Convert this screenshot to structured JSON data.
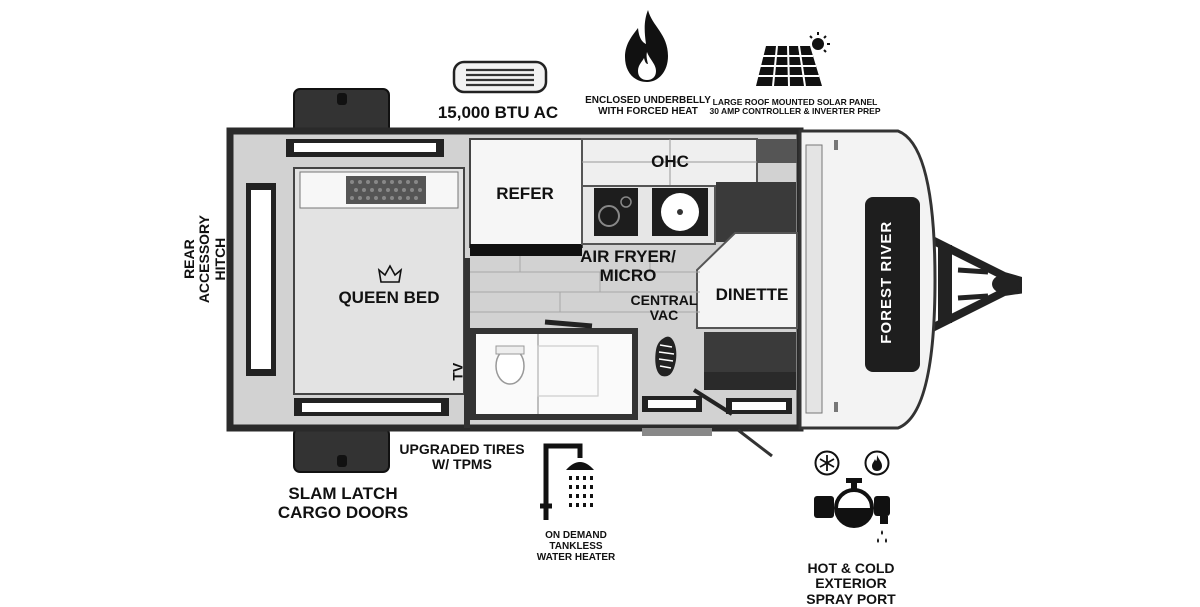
{
  "features": {
    "ac": "15,000 BTU AC",
    "underbelly": "ENCLOSED UNDERBELLY\nWITH FORCED HEAT",
    "solar": "LARGE ROOF MOUNTED SOLAR PANEL\n30 AMP CONTROLLER & INVERTER PREP",
    "hitch": "REAR\nACCESSORY\nHITCH",
    "tires": "UPGRADED TIRES\nW/ TPMS",
    "cargo": "SLAM LATCH\nCARGO DOORS",
    "water_heater": "ON DEMAND\nTANKLESS\nWATER HEATER",
    "spray_port": "HOT & COLD EXTERIOR\nSPRAY PORT"
  },
  "rooms": {
    "bed": "QUEEN BED",
    "refer": "REFER",
    "ohc": "OHC",
    "microwave": "AIR FRYER/\nMICRO",
    "vac": "CENTRAL\nVAC",
    "dinette": "DINETTE",
    "tv": "TV"
  },
  "branding": {
    "brand": "FOREST RIVER"
  },
  "colors": {
    "wall": "#3a3a3a",
    "floor": "#cfcfcf",
    "cushion": "#3d3d3d"
  },
  "icons": [
    "ac-unit-icon",
    "flame-icon",
    "solar-panel-icon",
    "shower-icon",
    "spray-port-icon",
    "snowflake-icon",
    "crown-icon",
    "footprint-icon"
  ]
}
